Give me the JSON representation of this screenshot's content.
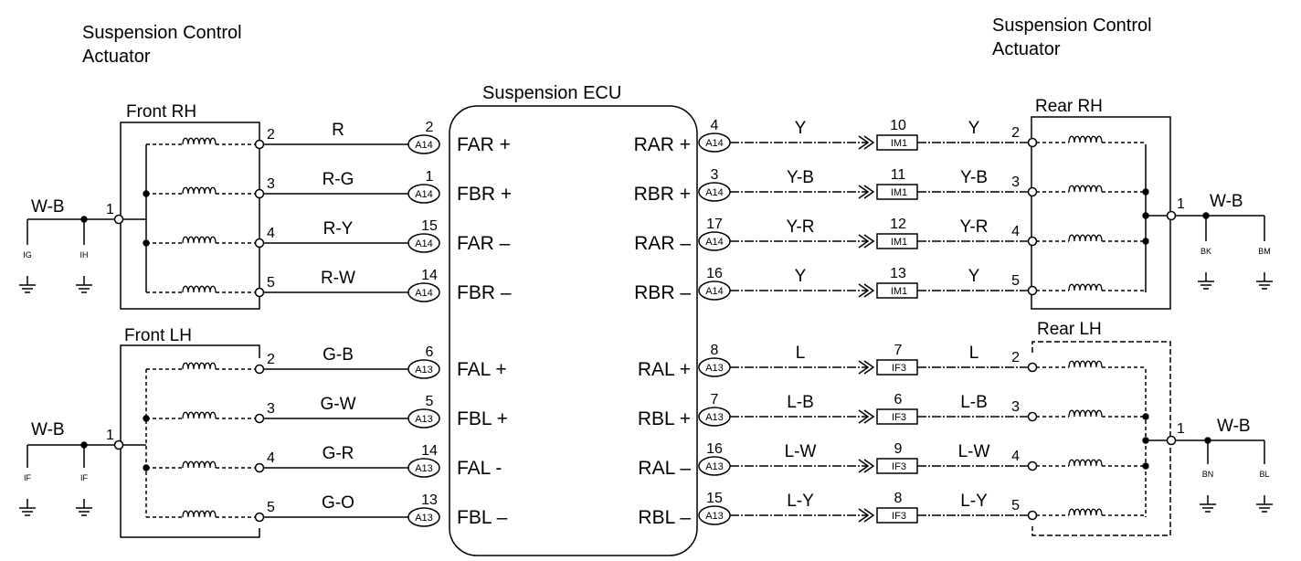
{
  "titles": {
    "left_actuator": [
      "Suspension Control",
      "Actuator"
    ],
    "right_actuator": [
      "Suspension Control",
      "Actuator"
    ],
    "ecu": "Suspension ECU"
  },
  "groups": {
    "front_rh": "Front RH",
    "front_lh": "Front LH",
    "rear_rh": "Rear RH",
    "rear_lh": "Rear LH"
  },
  "ground_wire": "W-B",
  "common_pin": "1",
  "grounds": {
    "front_rh": [
      "IG",
      "IH"
    ],
    "front_lh": [
      "IF",
      "IF"
    ],
    "rear_rh": [
      "BK",
      "BM"
    ],
    "rear_lh": [
      "BN",
      "BL"
    ]
  },
  "left_rows": [
    {
      "act_pin": "2",
      "wire": "R",
      "ecu_pin": "2",
      "conn": "A14",
      "signal": "FAR +"
    },
    {
      "act_pin": "3",
      "wire": "R-G",
      "ecu_pin": "1",
      "conn": "A14",
      "signal": "FBR +"
    },
    {
      "act_pin": "4",
      "wire": "R-Y",
      "ecu_pin": "15",
      "conn": "A14",
      "signal": "FAR –"
    },
    {
      "act_pin": "5",
      "wire": "R-W",
      "ecu_pin": "14",
      "conn": "A14",
      "signal": "FBR –"
    },
    {
      "act_pin": "2",
      "wire": "G-B",
      "ecu_pin": "6",
      "conn": "A13",
      "signal": "FAL +"
    },
    {
      "act_pin": "3",
      "wire": "G-W",
      "ecu_pin": "5",
      "conn": "A13",
      "signal": "FBL +"
    },
    {
      "act_pin": "4",
      "wire": "G-R",
      "ecu_pin": "14",
      "conn": "A13",
      "signal": "FAL -"
    },
    {
      "act_pin": "5",
      "wire": "G-O",
      "ecu_pin": "13",
      "conn": "A13",
      "signal": "FBL –"
    }
  ],
  "right_rows": [
    {
      "signal": "RAR +",
      "ecu_pin": "4",
      "conn": "A14",
      "wire1": "Y",
      "mid_pin": "10",
      "mid_conn": "IM1",
      "wire2": "Y",
      "act_pin": "2"
    },
    {
      "signal": "RBR +",
      "ecu_pin": "3",
      "conn": "A14",
      "wire1": "Y-B",
      "mid_pin": "11",
      "mid_conn": "IM1",
      "wire2": "Y-B",
      "act_pin": "3"
    },
    {
      "signal": "RAR –",
      "ecu_pin": "17",
      "conn": "A14",
      "wire1": "Y-R",
      "mid_pin": "12",
      "mid_conn": "IM1",
      "wire2": "Y-R",
      "act_pin": "4"
    },
    {
      "signal": "RBR –",
      "ecu_pin": "16",
      "conn": "A14",
      "wire1": "Y",
      "mid_pin": "13",
      "mid_conn": "IM1",
      "wire2": "Y",
      "act_pin": "5"
    },
    {
      "signal": "RAL +",
      "ecu_pin": "8",
      "conn": "A13",
      "wire1": "L",
      "mid_pin": "7",
      "mid_conn": "IF3",
      "wire2": "L",
      "act_pin": "2"
    },
    {
      "signal": "RBL +",
      "ecu_pin": "7",
      "conn": "A13",
      "wire1": "L-B",
      "mid_pin": "6",
      "mid_conn": "IF3",
      "wire2": "L-B",
      "act_pin": "3"
    },
    {
      "signal": "RAL –",
      "ecu_pin": "16",
      "conn": "A13",
      "wire1": "L-W",
      "mid_pin": "9",
      "mid_conn": "IF3",
      "wire2": "L-W",
      "act_pin": "4"
    },
    {
      "signal": "RBL –",
      "ecu_pin": "15",
      "conn": "A13",
      "wire1": "L-Y",
      "mid_pin": "8",
      "mid_conn": "IF3",
      "wire2": "L-Y",
      "act_pin": "5"
    }
  ]
}
